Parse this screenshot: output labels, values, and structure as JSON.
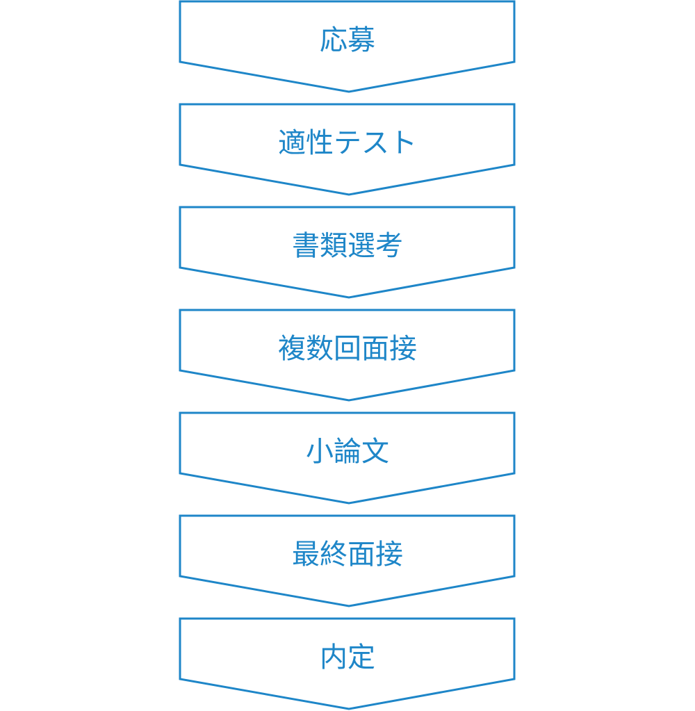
{
  "flow": {
    "color": "#1e86c8",
    "steps": [
      {
        "label": "応募"
      },
      {
        "label": "適性テスト"
      },
      {
        "label": "書類選考"
      },
      {
        "label": "複数回面接"
      },
      {
        "label": "小論文"
      },
      {
        "label": "最終面接"
      },
      {
        "label": "内定"
      }
    ]
  }
}
